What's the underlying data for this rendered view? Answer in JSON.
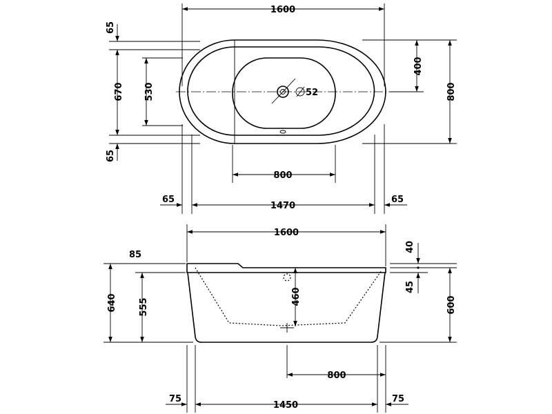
{
  "top_view": {
    "overall_length": "1600",
    "overall_width": "800",
    "rim_top": "65",
    "rim_bottom": "65",
    "inner_height": "670",
    "basin_height": "530",
    "half_width": "400",
    "drain_diameter": "52",
    "drain_symbol": "Ø",
    "basin_length": "800",
    "left_offset": "65",
    "inner_length": "1470",
    "right_offset": "65"
  },
  "side_view": {
    "overall_length": "1600",
    "rim_step": "85",
    "total_height": "640",
    "body_height": "555",
    "drain_depth": "460",
    "top_offset": "40",
    "rim_depth": "45",
    "outer_height": "600",
    "drain_distance": "800",
    "left_offset": "75",
    "base_length": "1450",
    "right_offset": "75"
  }
}
